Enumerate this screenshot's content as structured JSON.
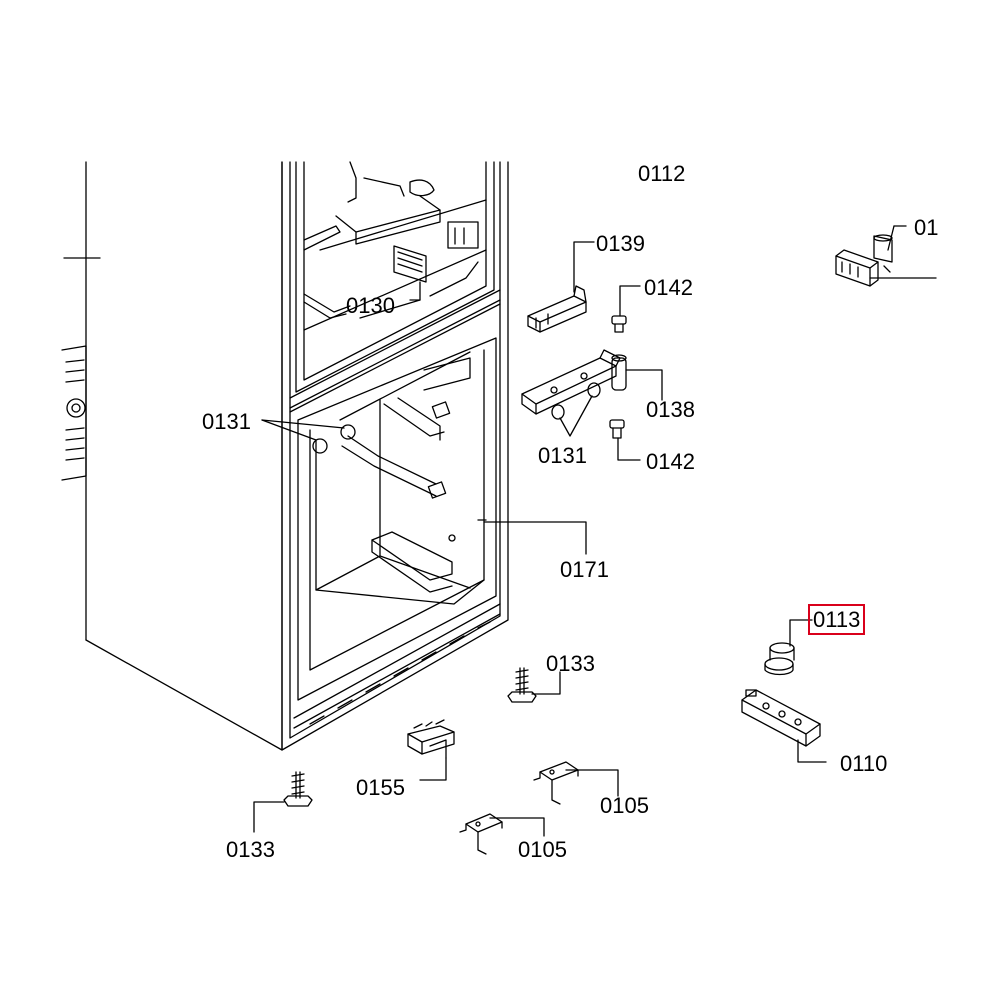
{
  "diagram": {
    "colors": {
      "line": "#000000",
      "highlight": "#d9001b",
      "background": "#ffffff"
    },
    "highlighted_part": "0113",
    "labels": {
      "p0112": "0112",
      "p01": "01",
      "p0139": "0139",
      "p0142a": "0142",
      "p0130": "0130",
      "p0138": "0138",
      "p0131a": "0131",
      "p0131b": "0131",
      "p0142b": "0142",
      "p0171": "0171",
      "p0113": "0113",
      "p0133a": "0133",
      "p0110": "0110",
      "p0155": "0155",
      "p0105a": "0105",
      "p0133b": "0133",
      "p0105b": "0105"
    }
  }
}
